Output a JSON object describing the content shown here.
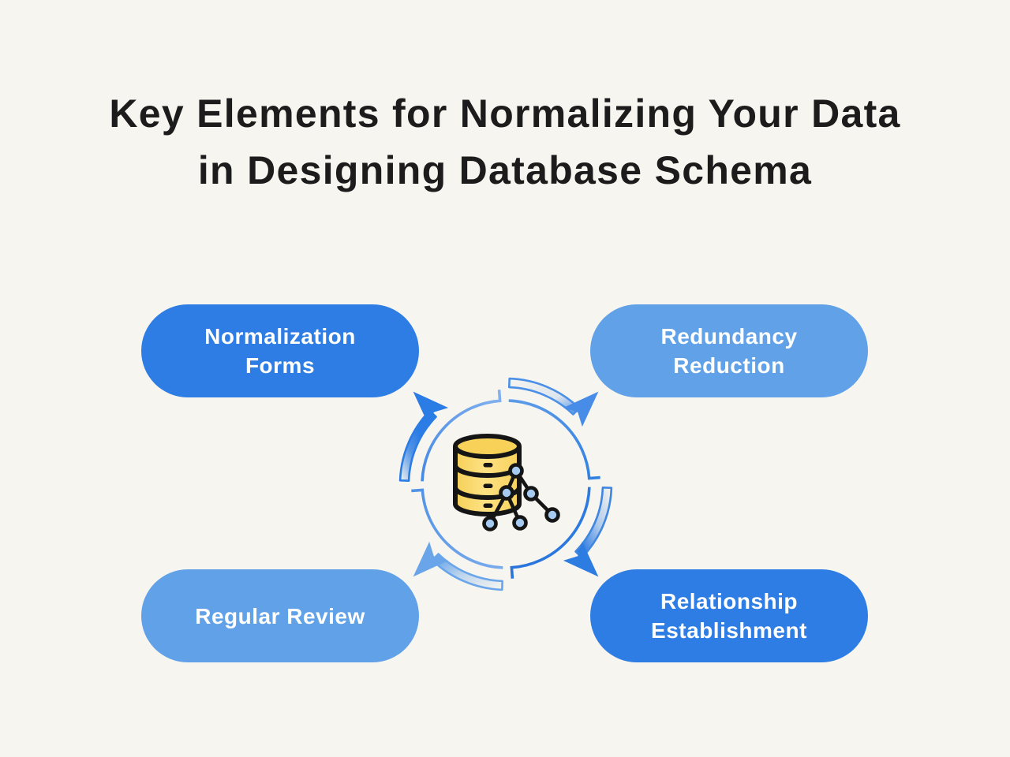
{
  "page": {
    "background_color": "#f7f5ef"
  },
  "title": {
    "line1": "Key Elements for Normalizing Your Data",
    "line2": "in Designing Database Schema",
    "text_color": "#1c1c1c"
  },
  "colors": {
    "pill_dark_blue": "#2e7de4",
    "pill_light_blue": "#61a1e8",
    "pill_text": "#ffffff",
    "arrow_blue_dark": "#2b7ce4",
    "arrow_blue_medium": "#4a8fe8",
    "arrow_blue_light": "#69a5ea",
    "database_yellow_top": "#f7d158",
    "database_yellow_body": "#fbda72",
    "node_blue": "#a6cbf3",
    "icon_outline": "#151515"
  },
  "pills": [
    {
      "label": "Normalization Forms",
      "tone": "dark",
      "position": "top-left"
    },
    {
      "label": "Redundancy Reduction",
      "tone": "light",
      "position": "top-right"
    },
    {
      "label": "Regular Review",
      "tone": "light",
      "position": "bottom-left"
    },
    {
      "label": "Relationship Establishment",
      "tone": "dark",
      "position": "bottom-right"
    }
  ],
  "center": {
    "icon": "database-cylinder-with-tree-nodes",
    "motif": "circular-cycle-arrows-pointing-to-four-elements"
  }
}
